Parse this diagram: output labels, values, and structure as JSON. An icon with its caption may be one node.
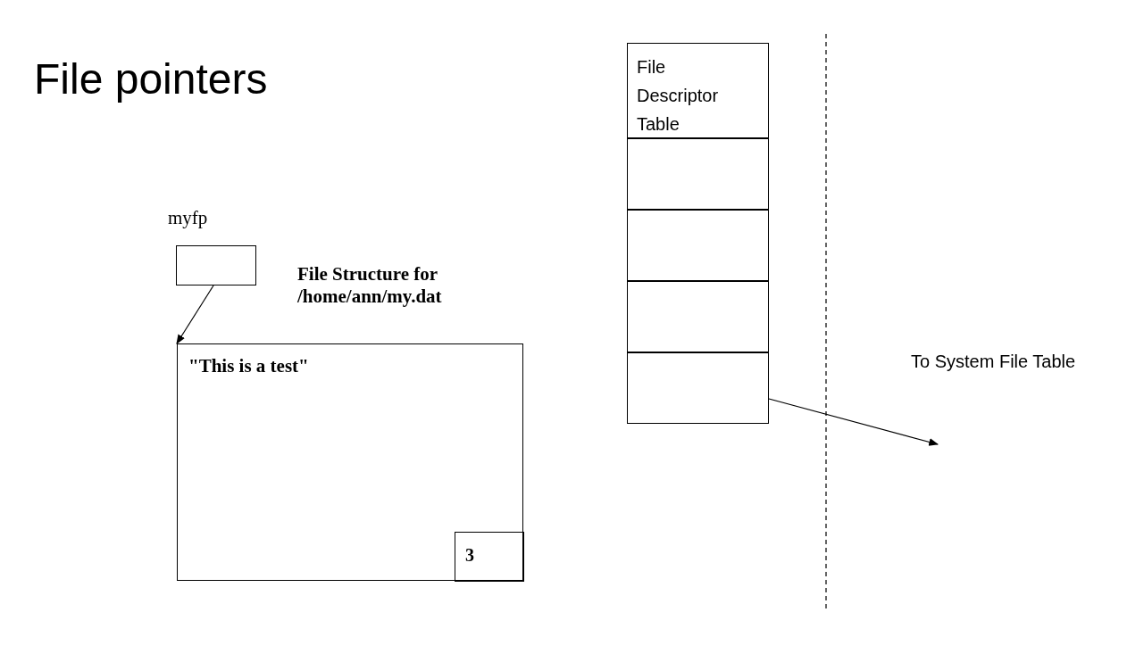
{
  "diagram": {
    "title": "File pointers",
    "nodes": [
      {
        "text": [
          "myfp"
        ]
      },
      {
        "text": [
          "File Structure for /home/ann/my.dat",
          "\"This is a test\""
        ]
      },
      {
        "text": [
          "3"
        ],
        "in": 1
      },
      {
        "text": [
          "File Descriptor Table"
        ]
      },
      {
        "text": [],
        "shape": "box"
      },
      {
        "text": [],
        "shape": "box"
      },
      {
        "text": [],
        "shape": "box"
      },
      {
        "text": [],
        "shape": "box"
      }
    ],
    "edges": [
      {
        "from": 0,
        "to": 1,
        "arrow": "to"
      },
      {
        "from": 7,
        "to": null,
        "arrow": "to"
      }
    ],
    "labels": [
      "To System File Table"
    ]
  }
}
